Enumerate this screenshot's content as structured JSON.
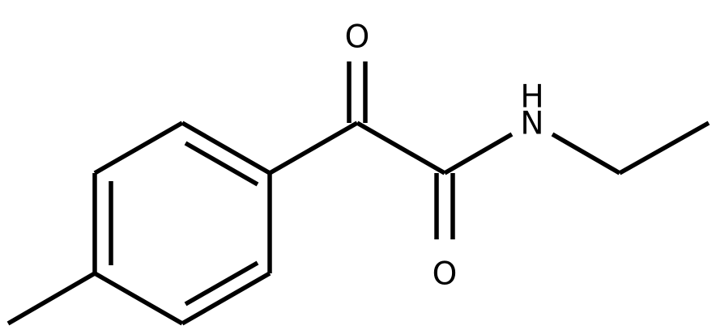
{
  "molecule": {
    "atoms": {
      "ketone_oxygen": "O",
      "amide_nitrogen": "N",
      "amide_hydrogen": "H",
      "amide_oxygen": "O"
    },
    "colors": {
      "bond": "#000000",
      "label": "#000000",
      "background": "#ffffff"
    }
  }
}
